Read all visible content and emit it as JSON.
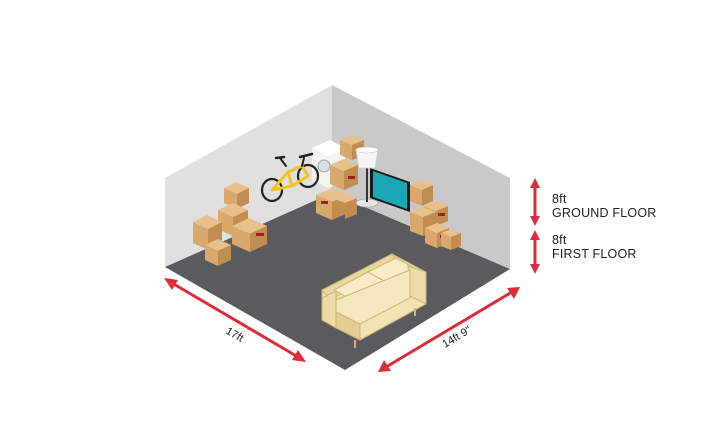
{
  "dimensions": {
    "width_label": "17ft",
    "depth_label": "14ft 9\"",
    "ground_height": "8ft",
    "ground_label": "GROUND FLOOR",
    "first_height": "8ft",
    "first_label": "FIRST FLOOR"
  },
  "colors": {
    "arrow": "#dc2b3a",
    "floor": "#5b5b5f",
    "wall_left": "#e0e0e0",
    "wall_right": "#c9c9c9",
    "box": "#d9a86c",
    "sofa": "#f2e3b4",
    "bike": "#f4c41c",
    "tv": "#1aa7b6"
  },
  "icons": [
    "bicycle-icon",
    "floor-lamp-icon",
    "sofa-icon",
    "box-icon",
    "washing-machine-icon",
    "tv-icon"
  ]
}
